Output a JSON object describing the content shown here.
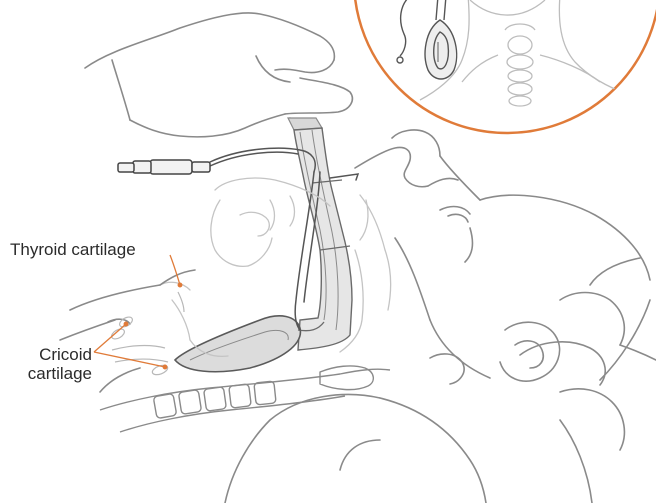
{
  "labels": {
    "thyroid": "Thyroid cartilage",
    "cricoid_line1": "Cricoid",
    "cricoid_line2": "cartilage"
  },
  "colors": {
    "outline": "#8a8a8a",
    "outline_light": "#c4c4c4",
    "leader": "#e07b39",
    "inset_border": "#e07b39",
    "device_fill": "#e6e6e6",
    "device_stroke": "#6a6a6a"
  }
}
